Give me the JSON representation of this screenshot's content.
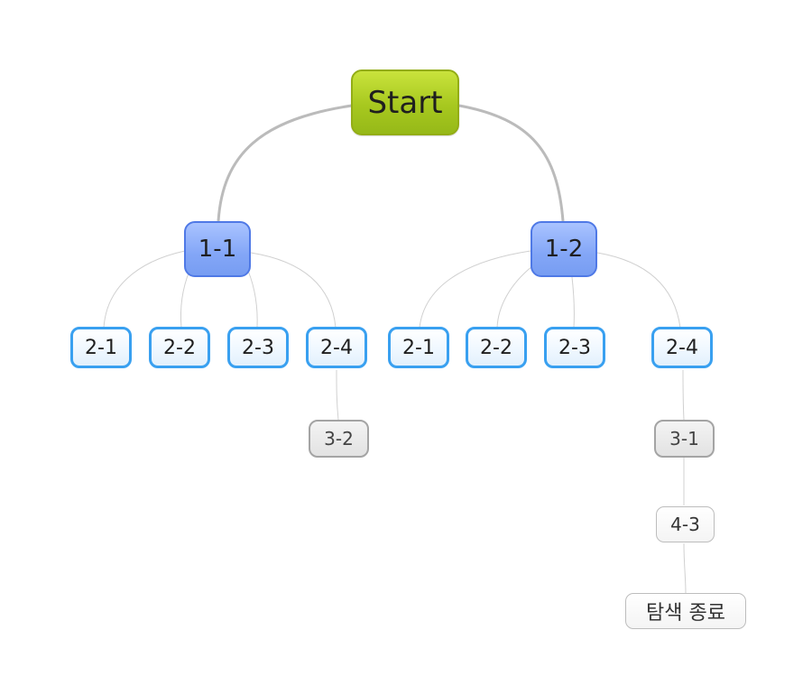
{
  "diagram": {
    "root": {
      "label": "Start"
    },
    "branch_a": {
      "label": "1-1",
      "children": [
        "2-1",
        "2-2",
        "2-3",
        "2-4"
      ],
      "sub": {
        "label": "3-2"
      }
    },
    "branch_b": {
      "label": "1-2",
      "children": [
        "2-1",
        "2-2",
        "2-3",
        "2-4"
      ],
      "sub": {
        "label": "3-1"
      },
      "leaf": {
        "label": "4-3"
      },
      "end": {
        "label": "탐색 종료"
      }
    }
  },
  "colors": {
    "root_fill": "#a7c81f",
    "level1_fill": "#83a6f7",
    "level2_border": "#39a0f0",
    "level3_fill": "#e2e2e2",
    "trunk_line": "#bbbbbb",
    "branch_line": "#d0d0d0"
  }
}
